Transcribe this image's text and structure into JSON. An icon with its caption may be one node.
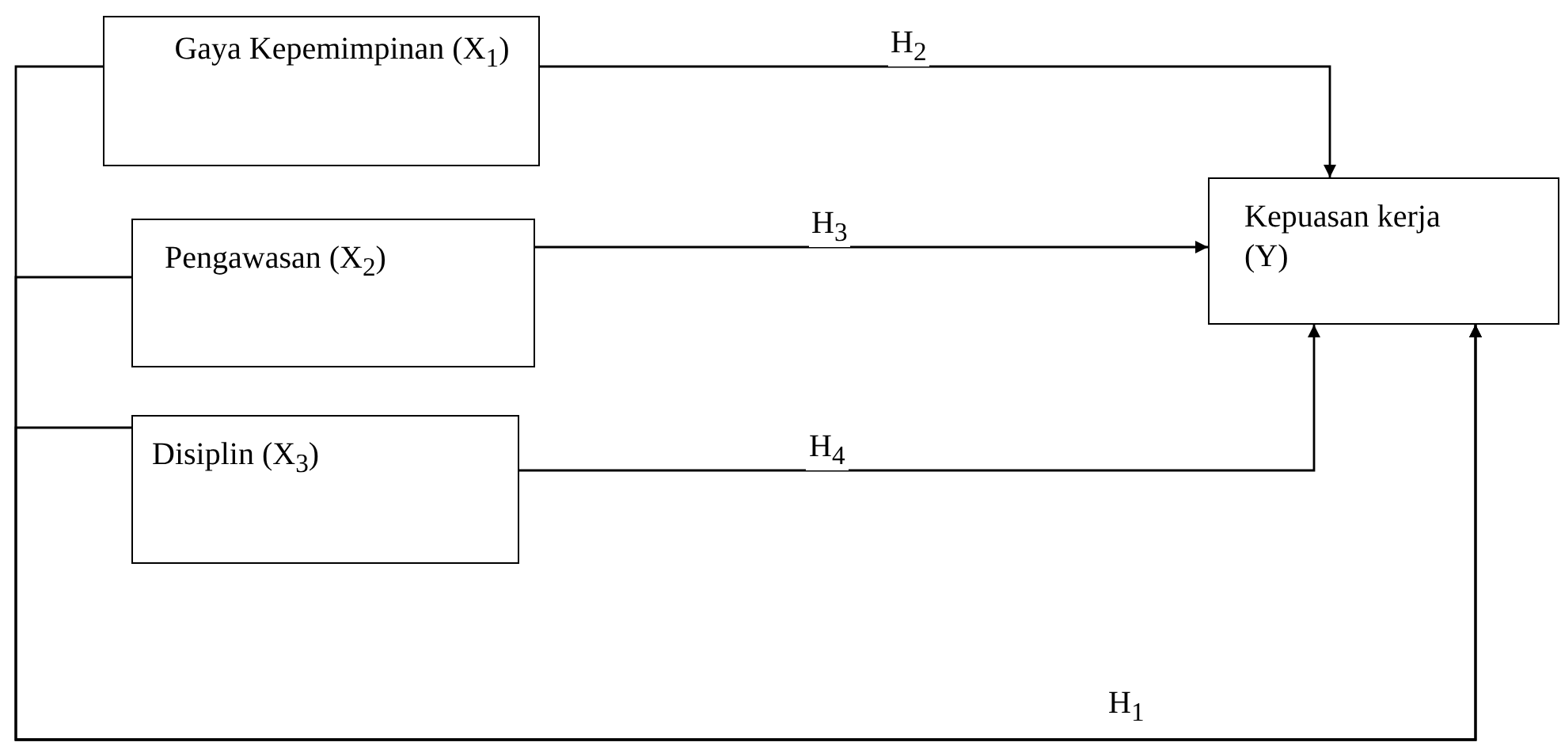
{
  "diagram": {
    "nodes": [
      {
        "text": [
          "Gaya Kepemimpinan (X$_{1}$)"
        ]
      },
      {
        "text": [
          "Pengawasan (X$_{2}$)"
        ]
      },
      {
        "text": [
          "Disiplin (X$_{3}$)"
        ]
      },
      {
        "text": [
          "Kepuasan kerja (Y)"
        ]
      }
    ],
    "edges": [
      {
        "from": 0,
        "to": 3,
        "arrow": "to",
        "label": "H$_{2}$"
      },
      {
        "from": 1,
        "to": 3,
        "arrow": "to",
        "label": "H$_{3}$"
      },
      {
        "from": 2,
        "to": 3,
        "arrow": "to",
        "label": "H$_{4}$"
      },
      {
        "from": 0,
        "to": 3,
        "arrow": "to",
        "label": "H$_{1}$"
      },
      {
        "from": 1,
        "to": 3,
        "arrow": "to"
      },
      {
        "from": 2,
        "to": 3,
        "arrow": "to"
      }
    ]
  }
}
